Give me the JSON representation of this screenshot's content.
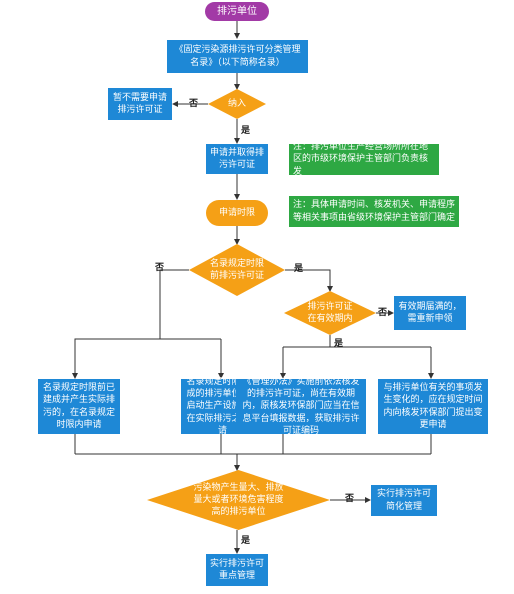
{
  "flow": {
    "start": "排污单位",
    "catalog": "《固定污染源排污许可分类管理名录》（以下简称名录）",
    "included_decision": "纳入",
    "no_need": "暂不需要申请排污许可证",
    "apply_obtain": "申请并取得排污许可证",
    "note_1": "注：排污单位生产经营场所所在地区的市级环境保护主管部门负责核发",
    "note_2": "注：具体申请时间、核发机关、申请程序等相关事项由省级环境保护主管部门确定",
    "apply_time": "申请时限",
    "deadline_decision": "名录规定时限前排污许可证",
    "validity_decision": "排污许可证在有效期内",
    "expired": "有效期届满的，需重新申领",
    "box_a": "名录规定时限前已建成并产生实际排污的，在名录规定时限内申请",
    "box_b": "名录规定时限后建成的排污单位，在启动生产设施或者在实际排污之前申请",
    "box_c": "《管理办法》实施前依法核发的排污许可证，尚在有效期内，原核发环保部门应当在信息平台填报数据，获取排污许可证编码",
    "box_d": "与排污单位有关的事项发生变化的，应在规定时间内向核发环保部门提出变更申请",
    "pollution_decision": "污染物产生量大、排放量大或者环境危害程度高的排污单位",
    "simplified": "实行排污许可简化管理",
    "key_mgmt": "实行排污许可重点管理"
  },
  "labels": {
    "yes": "是",
    "no": "否"
  },
  "colors": {
    "blue": "#1e88d6",
    "green": "#2ea843",
    "purple": "#a23aa6",
    "orange": "#f5a016",
    "line": "#333333"
  }
}
